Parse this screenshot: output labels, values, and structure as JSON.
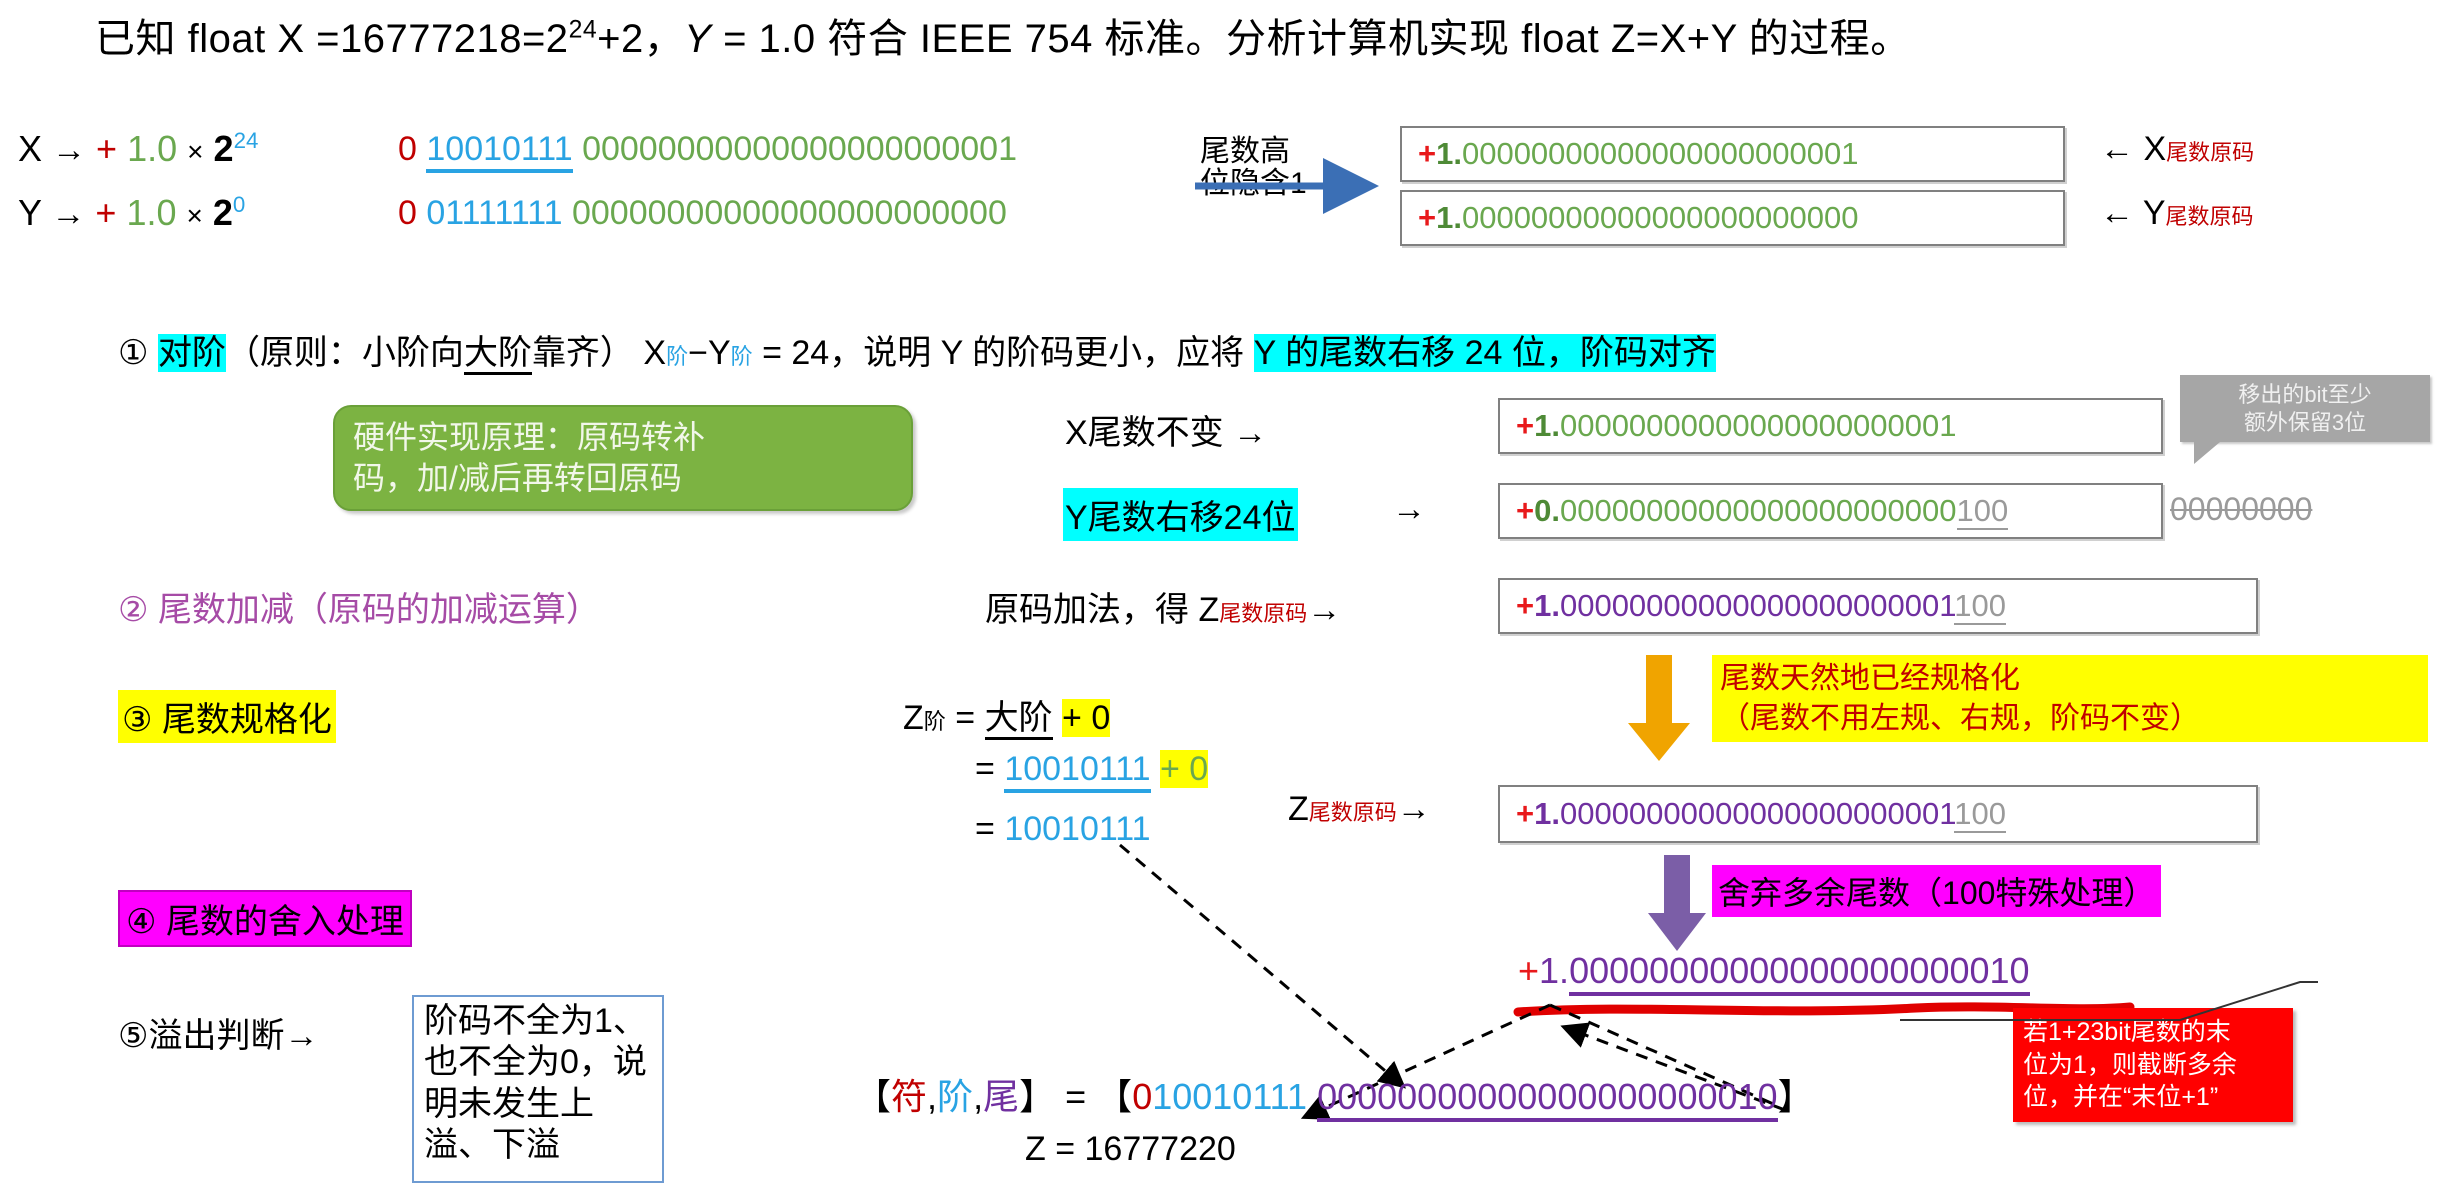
{
  "title": {
    "part1": "已知 float X =16777218=2",
    "sup1": "24",
    "part2": "+2，",
    "yvar": "Y",
    "part3": " = 1.0 符合 IEEE 754 标准。分析计算机实现 float Z=X+Y 的过程。"
  },
  "rows": {
    "x": {
      "label": "X",
      "arrow": "→",
      "sign": "+",
      "mant": "1.0",
      "times": "×",
      "base": "2",
      "exp": "24",
      "signbit": "0",
      "expbits": "10010111",
      "fracbits": "00000000000000000000001"
    },
    "y": {
      "label": "Y",
      "arrow": "→",
      "sign": "+",
      "mant": "1.0",
      "times": "×",
      "base": "2",
      "exp": "0",
      "signbit": "0",
      "expbits": "01111111",
      "fracbits": "00000000000000000000000"
    }
  },
  "hidden_one_note": {
    "line1": "尾数高",
    "line2": "位隐含1"
  },
  "mantissa_boxes": {
    "x": {
      "sign": "+",
      "one": "1.",
      "frac": "00000000000000000000001"
    },
    "y": {
      "sign": "+",
      "one": "1.",
      "frac": "00000000000000000000000"
    }
  },
  "side_labels": {
    "x": {
      "arrow": "←",
      "var": "X",
      "sub": "尾数原码"
    },
    "y": {
      "arrow": "←",
      "var": "Y",
      "sub": "尾数原码"
    }
  },
  "steps": {
    "s1": {
      "num": "①",
      "hl": "对阶",
      "rest_a": "（原则：小阶向",
      "ul": "大阶",
      "rest_b": "靠齐） X",
      "sub1": "阶",
      "minus": "−",
      "y2": "Y",
      "sub2": "阶",
      "eq": "= 24，说明 Y 的阶码更小，应将 ",
      "hl2": "Y 的尾数右移 24 位，阶码对齐"
    },
    "s2": {
      "num": "②",
      "text": "尾数加减（原码的加减运算）"
    },
    "s3": {
      "num": "③",
      "text": "尾数规格化"
    },
    "s4": {
      "num": "④",
      "text": "尾数的舍入处理"
    },
    "s5": {
      "num": "⑤",
      "text": "溢出判断",
      "arrow": "→",
      "box": "阶码不全为1、也不全为0，说明未发生上溢、下溢"
    }
  },
  "hw_note": {
    "line1": "硬件实现原理：原码转补",
    "line2": "码，加/减后再转回原码"
  },
  "grey_bubble": {
    "line1": "移出的bit至少",
    "line2": "额外保留3位"
  },
  "align_rows": {
    "x_label": "X尾数不变",
    "x_arrow": "→",
    "x_value": {
      "sign": "+",
      "one": "1.",
      "frac": "00000000000000000000001"
    },
    "y_label": "Y尾数右移24位",
    "y_arrow": "→",
    "y_value": {
      "sign": "+",
      "one": "0.",
      "frac": "00000000000000000000000",
      "extra": "100"
    },
    "y_dropped": "00000000"
  },
  "add_row": {
    "label": "原码加法，得 Z",
    "sub": "尾数原码",
    "arrow": "→",
    "value": {
      "sign": "+",
      "one": "1.",
      "frac": "00000000000000000000001",
      "extra": "100"
    }
  },
  "exponent_calc": {
    "z": "Z",
    "zsub": "阶",
    "eq1": "=",
    "big": "大阶",
    "plus0a": "+ 0",
    "eq2": "=",
    "bits1": "10010111",
    "plus0b": "+ 0",
    "eq3": "=",
    "bits2": "10010111"
  },
  "norm_note": {
    "line1": "尾数天然地已经规格化",
    "line2": "（尾数不用左规、右规，阶码不变）"
  },
  "z_mant_row": {
    "label": "Z",
    "sub": "尾数原码",
    "arrow": "→",
    "value": {
      "sign": "+",
      "one": "1.",
      "frac": "00000000000000000000001",
      "extra": "100"
    }
  },
  "round_note": {
    "pre": "舍弃多余尾数（",
    "num": "100",
    "post": "特殊处理）"
  },
  "rounded_value": {
    "sign": "+",
    "one": "1.",
    "frac": "00000000000000000000010"
  },
  "red_note": {
    "line1": "若1+23bit尾数的末",
    "line2": "位为1，则截断多余",
    "line3": "位，并在“末位+1”"
  },
  "final": {
    "bracket_open": "【",
    "fu": "符",
    "c1": ",",
    "jie": "阶",
    "c2": ",",
    "wei": "尾",
    "bracket_close": "】",
    "eq": "=",
    "b_open": "【",
    "signbit": "0",
    "expbits": "10010111",
    "fracbits": "00000000000000000000010",
    "b_close": "】",
    "z_result": "Z = 16777220"
  },
  "colors": {
    "red": "#c00000",
    "green": "#6aa84f",
    "blue": "#29a3e3",
    "purple": "#7030a0",
    "magenta": "#a64ba6",
    "cyan_hl": "#00ffff",
    "yellow_hl": "#ffff00",
    "magenta_hl": "#ff00ff",
    "orange_arrow": "#f0a400",
    "purple_arrow": "#7b5ea7",
    "green_box": "#7cb342",
    "red_box": "#ff0000"
  }
}
